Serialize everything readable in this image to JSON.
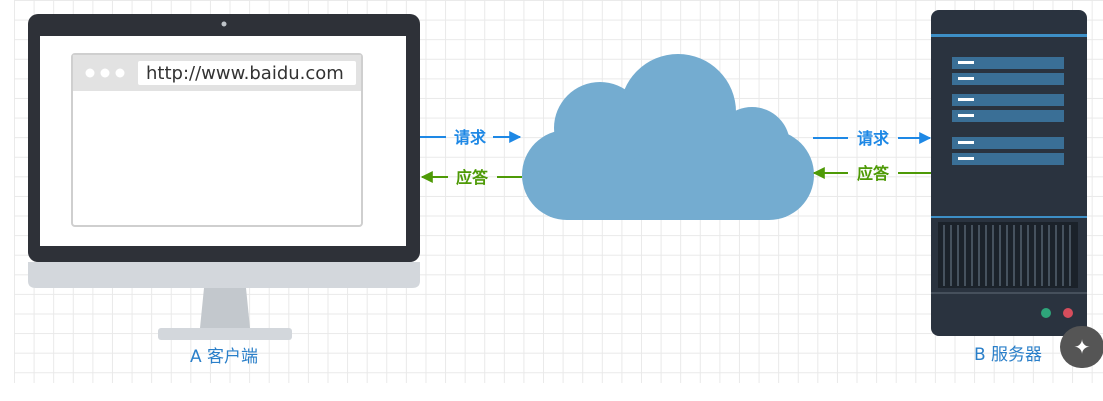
{
  "client": {
    "url": "http://www.baidu.com",
    "label": "A 客户端"
  },
  "server": {
    "label": "B 服务器"
  },
  "arrows": {
    "left_request": "请求",
    "left_response": "应答",
    "right_request": "请求",
    "right_response": "应答"
  },
  "colors": {
    "request": "#1e88e5",
    "response": "#4e9a06",
    "cloud": "#74acd0",
    "monitor": "#2e3138",
    "server": "#2a333f",
    "label_text": "#2a7fc9"
  },
  "icons": {
    "floating_button": "magic-wand-icon"
  }
}
